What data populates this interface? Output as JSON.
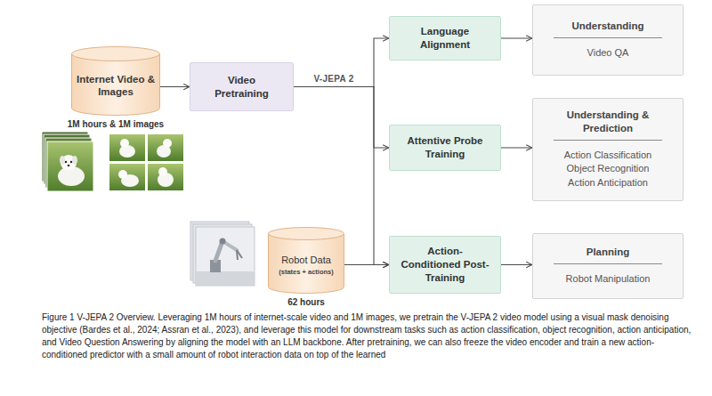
{
  "diagram": {
    "caption": "Figure 1 V-JEPA 2 Overview. Leveraging 1M hours of internet-scale video and 1M images, we pretrain the V-JEPA 2 video model using a visual mask denoising objective (Bardes et al., 2024; Assran et al., 2023), and leverage this model for downstream tasks such as action classification, object recognition, action anticipation, and Video Question Answering by aligning the model with an LLM backbone. After pretraining, we can also freeze the video encoder and train a new action-conditioned predictor with a small amount of robot interaction data on top of the learned",
    "nodes": [
      {
        "text": [
          "Internet Video & Images",
          "1M hours & 1M images"
        ]
      },
      {
        "text": [
          "Video Pretraining"
        ]
      },
      {
        "text": [
          "Language Alignment"
        ]
      },
      {
        "text": [
          "Understanding",
          "Video QA"
        ]
      },
      {
        "text": [
          "Attentive Probe Training"
        ]
      },
      {
        "text": [
          "Understanding & Prediction",
          "Action Classification",
          "Object Recognition",
          "Action Anticipation"
        ]
      },
      {
        "text": [
          "Robot Data",
          "(states + actions)",
          "62 hours"
        ]
      },
      {
        "text": [
          "Action-Conditioned Post-Training"
        ]
      },
      {
        "text": [
          "Planning",
          "Robot Manipulation"
        ]
      }
    ],
    "edges": [
      {
        "from": 0,
        "to": 1,
        "arrow": "to"
      },
      {
        "from": 1,
        "to": 2,
        "label": "V-JEPA 2",
        "arrow": "to"
      },
      {
        "from": 1,
        "to": 4,
        "arrow": "to"
      },
      {
        "from": 1,
        "to": 7,
        "arrow": "to"
      },
      {
        "from": 2,
        "to": 3,
        "arrow": "to"
      },
      {
        "from": 4,
        "to": 5,
        "arrow": "to"
      },
      {
        "from": 6,
        "to": 7,
        "arrow": "to"
      },
      {
        "from": 7,
        "to": 8,
        "arrow": "to"
      }
    ]
  }
}
